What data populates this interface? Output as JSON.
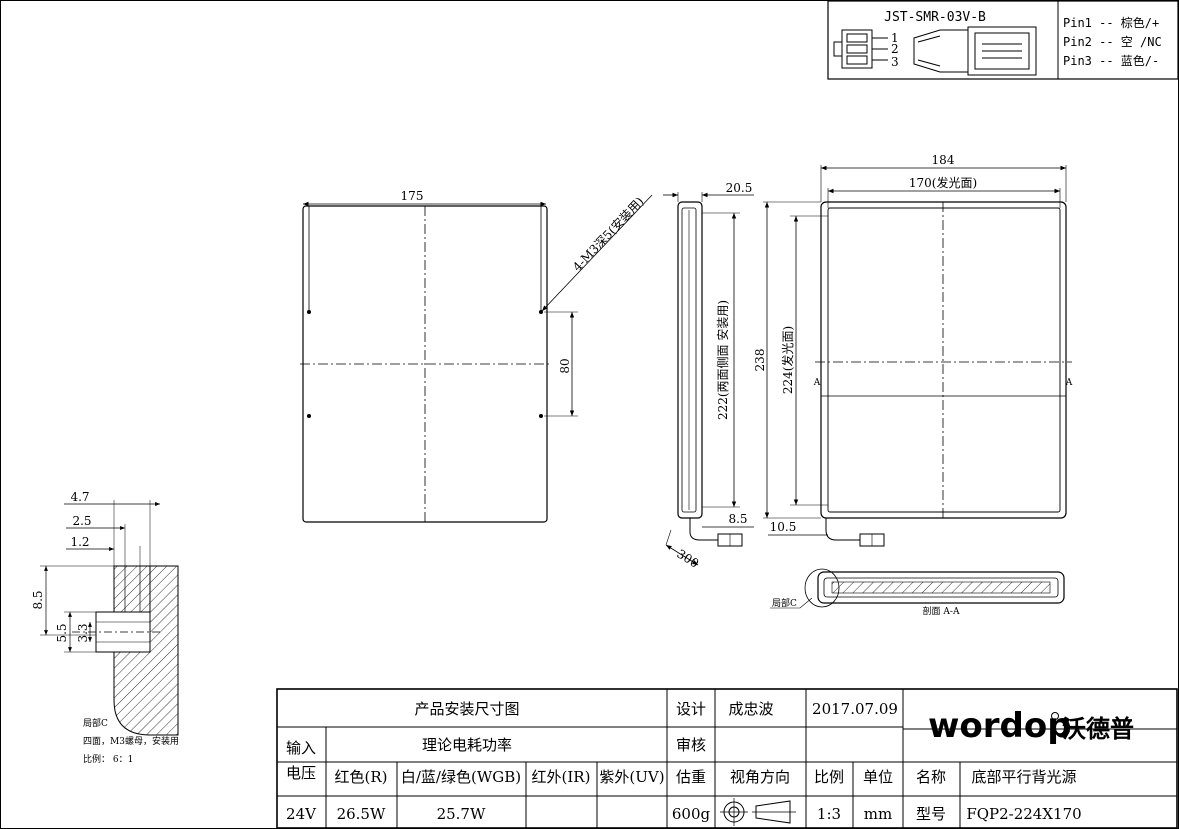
{
  "connector": {
    "model": "JST-SMR-03V-B",
    "pin_nums": [
      "1",
      "2",
      "3"
    ],
    "pins": [
      "Pin1 -- 棕色/+",
      "Pin2 -- 空 /NC",
      "Pin3 -- 蓝色/-"
    ]
  },
  "front_view": {
    "width": "175",
    "hole_pitch": "80",
    "hole_note": "4-M3深5(安装用)"
  },
  "side_view": {
    "thickness": "20.5",
    "mount_height": "222(两面侧面 安装用)",
    "bottom_offset": "8.5",
    "cable_length": "300"
  },
  "right_view": {
    "outer_width": "184",
    "emit_width": "170(发光面)",
    "outer_height": "238",
    "emit_height": "224(发光面)",
    "offset": "10.5",
    "section_mark": "A"
  },
  "section": {
    "label": "剖面 A-A",
    "detail_callout": "局部C"
  },
  "detail": {
    "dims": [
      "4.7",
      "2.5",
      "1.2",
      "8.5",
      "5.5",
      "3.3"
    ],
    "notes": [
      "局部C",
      "四面，M3螺母，安装用",
      "比例： 6：1"
    ]
  },
  "title_block": {
    "title": "产品安装尺寸图",
    "design_label": "设计",
    "designer": "成忠波",
    "date": "2017.07.09",
    "brand_latin": "wordop",
    "brand_cn": "沃德普",
    "input_label_1": "输入",
    "input_label_2": "电压",
    "power_label": "理论电耗功率",
    "review_label": "审核",
    "col_red": "红色(R)",
    "col_wgb": "白/蓝/绿色(WGB)",
    "col_ir": "红外(IR)",
    "col_uv": "紫外(UV)",
    "weight_label": "估重",
    "view_label": "视角方向",
    "scale_label": "比例",
    "unit_label": "单位",
    "name_label": "名称",
    "name_value": "底部平行背光源",
    "voltage": "24V",
    "red_power": "26.5W",
    "wgb_power": "25.7W",
    "weight": "600g",
    "scale": "1:3",
    "unit": "mm",
    "model_label": "型号",
    "model_value": "FQP2-224X170"
  }
}
